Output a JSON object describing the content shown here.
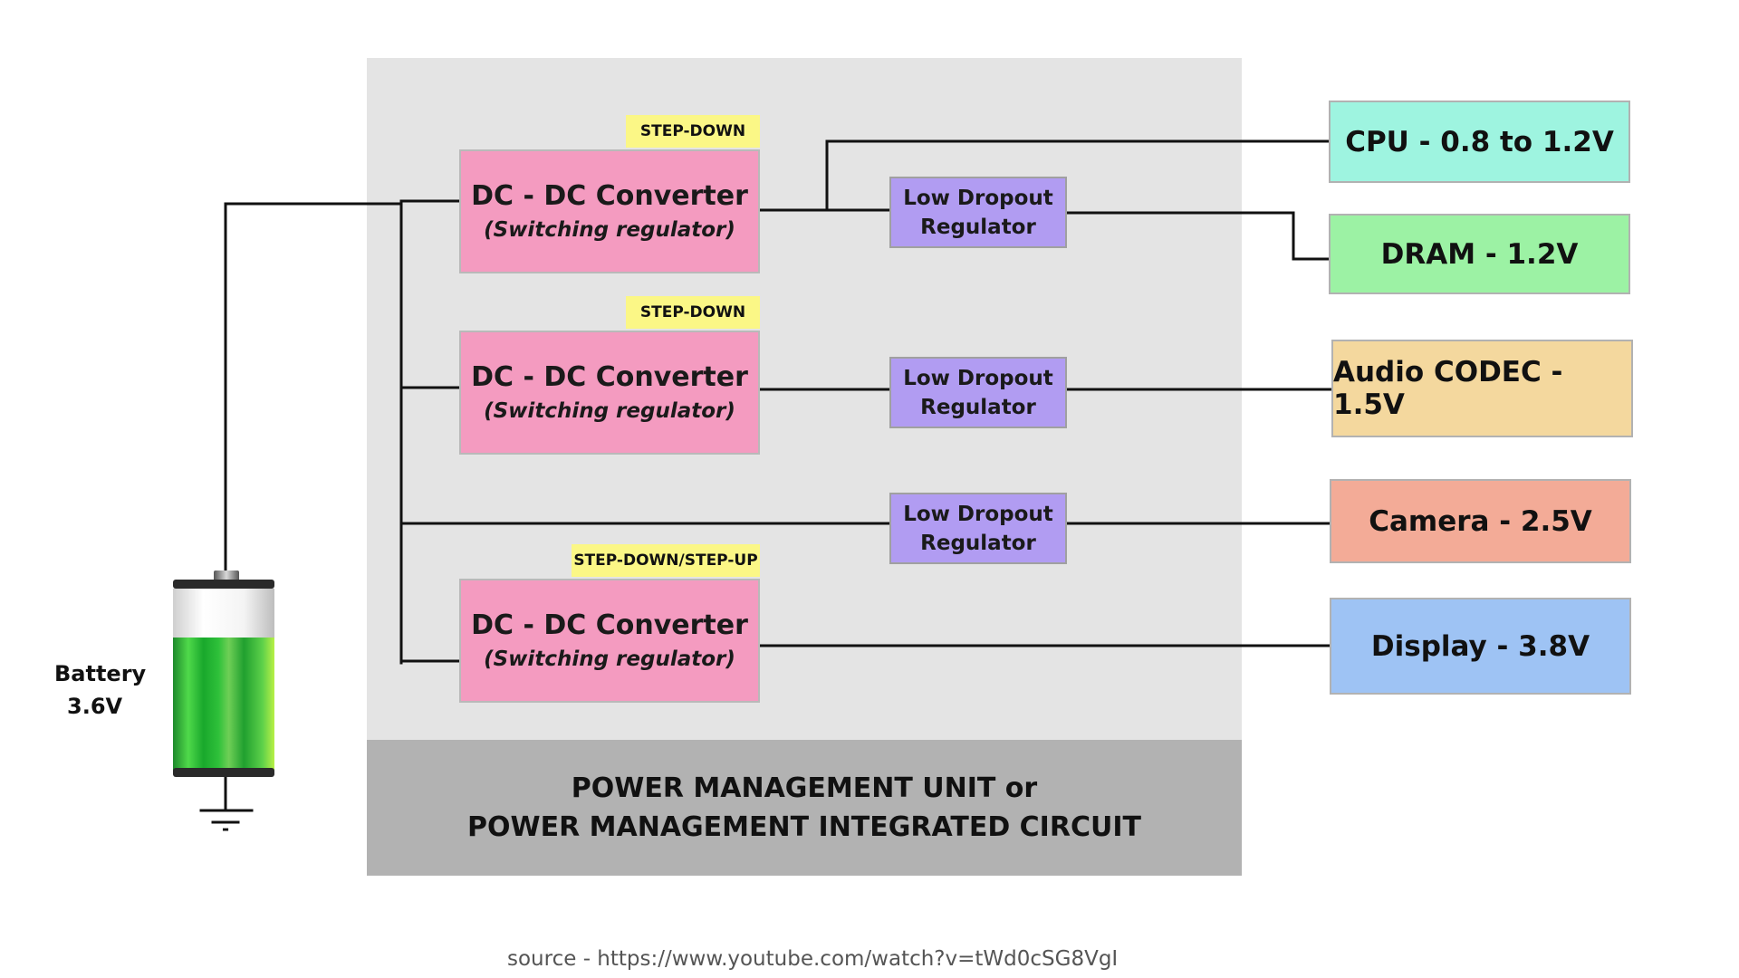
{
  "pmu": {
    "title_line1": "POWER MANAGEMENT UNIT or",
    "title_line2": "POWER MANAGEMENT INTEGRATED CIRCUIT"
  },
  "converters": [
    {
      "tag": "STEP-DOWN",
      "title": "DC - DC Converter",
      "subtitle": "(Switching regulator)"
    },
    {
      "tag": "STEP-DOWN",
      "title": "DC - DC Converter",
      "subtitle": "(Switching regulator)"
    },
    {
      "tag": "STEP-DOWN/STEP-UP",
      "title": "DC - DC Converter",
      "subtitle": "(Switching regulator)"
    }
  ],
  "ldos": [
    {
      "line1": "Low Dropout",
      "line2": "Regulator"
    },
    {
      "line1": "Low Dropout",
      "line2": "Regulator"
    },
    {
      "line1": "Low Dropout",
      "line2": "Regulator"
    }
  ],
  "loads": [
    {
      "label": "CPU - 0.8 to 1.2V",
      "color": "#9ef4e0"
    },
    {
      "label": "DRAM - 1.2V",
      "color": "#9cf2a4"
    },
    {
      "label": "Audio CODEC - 1.5V",
      "color": "#f4d89e"
    },
    {
      "label": "Camera - 2.5V",
      "color": "#f3ab97"
    },
    {
      "label": "Display - 3.8V",
      "color": "#9ec3f4"
    }
  ],
  "battery": {
    "label": "Battery",
    "voltage": "3.6V",
    "ground_symbol": "-"
  },
  "source": "source - https://www.youtube.com/watch?v=tWd0cSG8VgI",
  "colors": {
    "converter": "#f49bc0",
    "ldo": "#b19cf2",
    "tag": "#fbf786",
    "pmu_background": "#e4e4e4",
    "pmu_footer": "#b2b2b2"
  }
}
